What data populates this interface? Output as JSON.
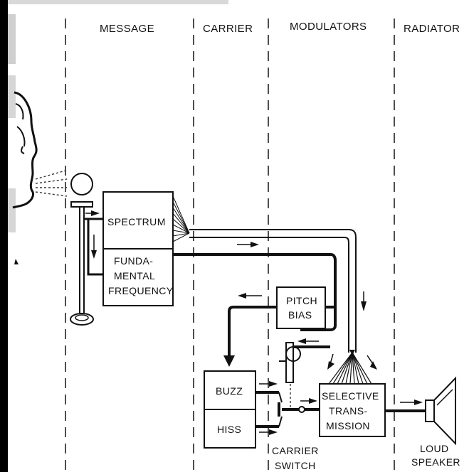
{
  "columns": {
    "message": "MESSAGE",
    "carrier": "CARRIER",
    "modulators": "MODULATORS",
    "radiator": "RADIATOR"
  },
  "blocks": {
    "spectrum": "SPECTRUM",
    "fundamental_line1": "FUNDA-",
    "fundamental_line2": "MENTAL",
    "fundamental_line3": "FREQUENCY",
    "pitch_line1": "PITCH",
    "pitch_line2": "BIAS",
    "buzz": "BUZZ",
    "hiss": "HISS",
    "selective_line1": "SELECTIVE",
    "selective_line2": "TRANS-",
    "selective_line3": "MISSION"
  },
  "labels": {
    "carrier_switch_line1": "CARRIER",
    "carrier_switch_line2": "SWITCH",
    "loudspeaker_line1": "LOUD",
    "loudspeaker_line2": "SPEAKER"
  },
  "colors": {
    "ink": "#111111",
    "paper": "#ffffff",
    "left_bar": "#000000",
    "fade_grey": "#cfcfcf"
  },
  "icons": [
    "speaker-head-icon",
    "microphone-icon",
    "loudspeaker-icon",
    "carrier-switch-icon"
  ]
}
